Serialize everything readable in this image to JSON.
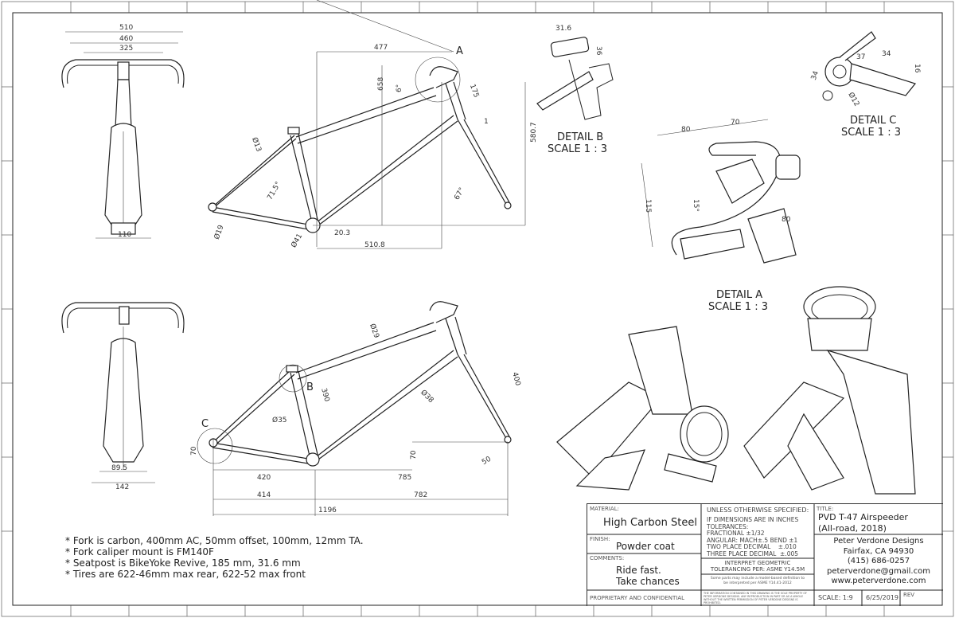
{
  "top_side_view": {
    "front_dims": [
      "510",
      "460",
      "325",
      "110"
    ],
    "side_dims": [
      "477",
      "658",
      "580.7",
      "510.8",
      "20.3",
      "Ø19",
      "Ø41",
      "Ø13",
      "71.5°",
      "67°",
      "6°",
      "175",
      "1"
    ],
    "detail_marker": "A"
  },
  "bottom_side_view": {
    "front_dims": [
      "89.5",
      "142"
    ],
    "side_dims": [
      "Ø29",
      "390",
      "Ø35",
      "Ø38",
      "400",
      "70",
      "70",
      "50",
      "420",
      "785",
      "414",
      "782",
      "1196"
    ],
    "detail_markers": [
      "B",
      "C"
    ]
  },
  "details": {
    "b": {
      "title": "DETAIL B",
      "scale": "SCALE 1 : 3",
      "dims": [
        "31.6",
        "36"
      ]
    },
    "c": {
      "title": "DETAIL C",
      "scale": "SCALE 1 : 3",
      "dims": [
        "34",
        "37",
        "34",
        "16",
        "Ø12"
      ]
    },
    "a": {
      "title": "DETAIL A",
      "scale": "SCALE 1 : 3",
      "dims": [
        "80",
        "70",
        "115",
        "15°",
        "80"
      ]
    }
  },
  "notes": [
    "* Fork is carbon, 400mm AC, 50mm offset, 100mm, 12mm TA.",
    "* Fork caliper mount is FM140F",
    "* Seatpost is BikeYoke Revive, 185 mm, 31.6 mm",
    "* Tires are 622-46mm max rear, 622-52 max front"
  ],
  "title_block": {
    "material_label": "MATERIAL:",
    "material": "High Carbon Steel",
    "finish_label": "FINISH:",
    "finish": "Powder coat",
    "comments_label": "COMMENTS:",
    "comments": [
      "Ride fast.",
      "Take chances"
    ],
    "proprietary": "PROPRIETARY AND CONFIDENTIAL",
    "unless": "UNLESS OTHERWISE SPECIFIED:",
    "tolerances": [
      "IF DIMENSIONS ARE IN INCHES",
      "TOLERANCES:",
      "FRACTIONAL ±1/32",
      "ANGULAR: MACH±.5   BEND ±1",
      "TWO PLACE DECIMAL    ±.010",
      "THREE PLACE DECIMAL  ±.005"
    ],
    "interpret": [
      "INTERPRET GEOMETRIC",
      "TOLERANCING PER: ASME Y14.5M"
    ],
    "mbd": [
      "Some parts may include a model-based definition to",
      "be interpreted per ASME Y14.41-2012"
    ],
    "info": [
      "THE INFORMATION CONTAINED IN THIS DRAWING IS THE SOLE PROPERTY OF",
      "PETER VERDONE DESIGNS. ANY REPRODUCTION IN PART OR AS A WHOLE",
      "WITHOUT THE WRITTEN PERMISSION OF PETER VERDONE DESIGNS IS",
      "PROHIBITED."
    ],
    "title_label": "TITLE:",
    "title": [
      "PVD T-47 Airspeeder",
      "(All-road, 2018)"
    ],
    "company": [
      "Peter Verdone Designs",
      "Fairfax, CA 94930",
      "(415) 686-0257",
      "peterverdone@gmail.com",
      "www.peterverdone.com"
    ],
    "scale": "SCALE: 1:9",
    "date": "6/25/2019",
    "rev_label": "REV"
  }
}
